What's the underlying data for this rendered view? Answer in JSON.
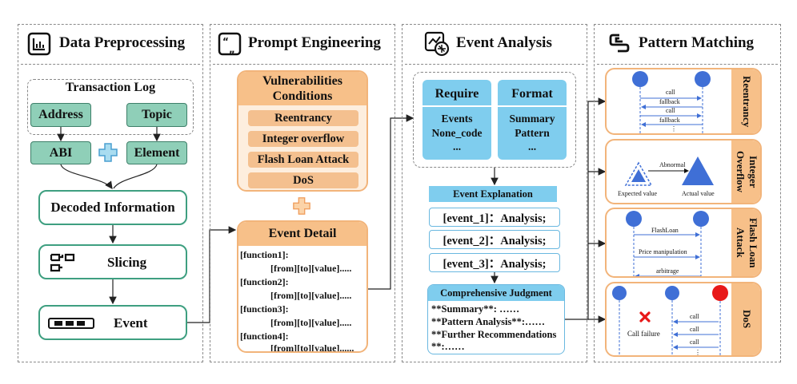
{
  "panels": {
    "data_preprocessing": {
      "title": "Data Preprocessing",
      "log_title": "Transaction Log",
      "address": "Address",
      "topic": "Topic",
      "abi": "ABI",
      "element": "Element",
      "decoded": "Decoded Information",
      "slicing": "Slicing",
      "event": "Event"
    },
    "prompt_engineering": {
      "title": "Prompt Engineering",
      "vuln_title_1": "Vulnerabilities",
      "vuln_title_2": "Conditions",
      "vulns": [
        "Reentrancy",
        "Integer overflow",
        "Flash Loan Attack",
        "DoS"
      ],
      "event_detail": "Event Detail",
      "code_lines": [
        "[function1]:",
        "[from][to][value].....",
        "[function2]:",
        "[from][to][value].....",
        "[function3]:",
        "[from][to][value].....",
        "[function4]:",
        "[from][to][value]......"
      ]
    },
    "event_analysis": {
      "title": "Event Analysis",
      "require": "Require",
      "require_items": [
        "Events",
        "None_code",
        "..."
      ],
      "format": "Format",
      "format_items": [
        "Summary",
        "Pattern",
        "..."
      ],
      "explanation": "Event Explanation",
      "events": [
        "[event_1]：Analysis;",
        "[event_2]：Analysis;",
        "[event_3]：Analysis;"
      ],
      "judgment": "Comprehensive Judgment",
      "judgment_lines": [
        "**Summary**: ……",
        "**Pattern Analysis**:……",
        "**Further Recommendations",
        "**:……"
      ]
    },
    "pattern_matching": {
      "title": "Pattern Matching",
      "reentrancy": "Reentrancy",
      "reentrancy_msgs": [
        "call",
        "fallback",
        "call",
        "fallback",
        "⋮"
      ],
      "integer_overflow": "Integer Overflow",
      "overflow_labels": {
        "abnormal": "Abnormal",
        "expected": "Expected value",
        "actual": "Actual value"
      },
      "flash_loan": "Flash Loan Attack",
      "flash_msgs": [
        "FlashLoan",
        "Price manipulation",
        "arbitrage"
      ],
      "dos": "DoS",
      "dos_msgs": [
        "call",
        "call",
        "call",
        "⋮"
      ],
      "dos_failure": "Call failure"
    }
  },
  "colors": {
    "green_fill": "#8fcfb8",
    "green_border": "#3e9f80",
    "orange_fill": "#f7c089",
    "orange_light": "#fdeede",
    "blue_fill": "#7fcdee",
    "lifeline_blue": "#3f6fd6",
    "dos_red": "#e81818"
  }
}
